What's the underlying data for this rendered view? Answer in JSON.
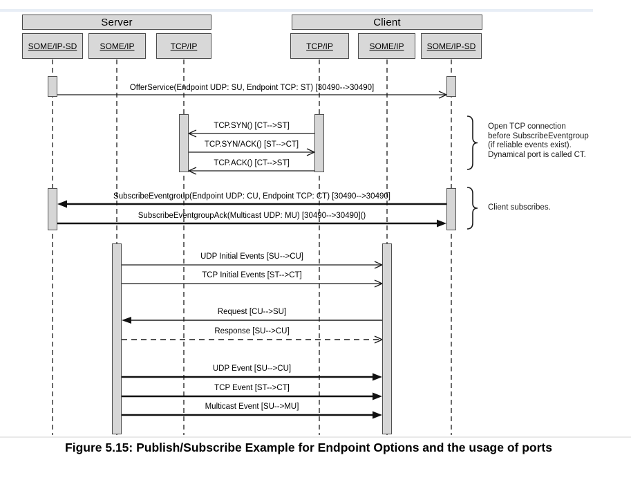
{
  "figure": {
    "caption": "Figure 5.15: Publish/Subscribe Example for Endpoint Options and the usage of ports",
    "groups": [
      "Server",
      "Client"
    ],
    "lifelines": [
      "SOME/IP-SD",
      "SOME/IP",
      "TCP/IP",
      "TCP/IP",
      "SOME/IP",
      "SOME/IP-SD"
    ],
    "messages": [
      "OfferService(Endpoint UDP: SU, Endpoint TCP: ST) [30490-->30490]",
      "TCP.SYN() [CT-->ST]",
      "TCP.SYN/ACK() [ST-->CT]",
      "TCP.ACK() [CT-->ST]",
      "SubscribeEventgroup(Endpoint UDP: CU, Endpoint TCP: CT) [30490-->30490]",
      "SubscribeEventgroupAck(Multicast UDP: MU) [30490-->30490]()",
      "UDP Initial Events [SU-->CU]",
      "TCP Initial Events [ST-->CT]",
      "Request [CU-->SU]",
      "Response [SU-->CU]",
      "UDP Event [SU-->CU]",
      "TCP Event [ST-->CT]",
      "Multicast Event [SU-->MU]"
    ],
    "annotations": [
      {
        "lines": [
          "Open TCP connection",
          "before SubscribeEventgroup",
          "(if reliable events exist).",
          "Dynamical port is called CT."
        ]
      },
      {
        "lines": [
          "Client subscribes."
        ]
      }
    ],
    "colors": {
      "box_fill": "#d8d8d8",
      "box_border": "#4a4a4a",
      "line": "#1a1a1a"
    }
  }
}
